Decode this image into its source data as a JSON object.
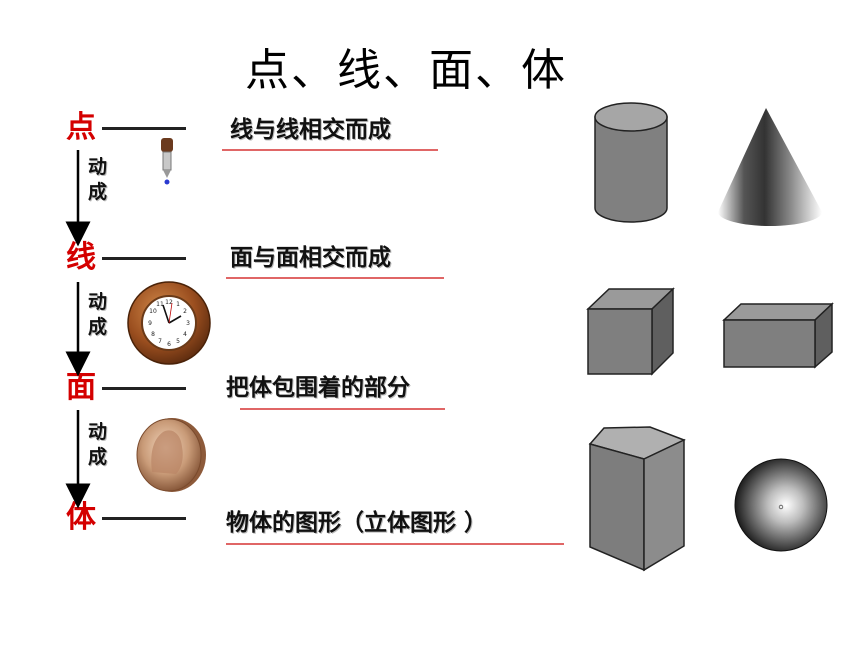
{
  "title": "点、线、面、体",
  "steps": [
    {
      "term": "点",
      "definition": "线与线相交而成"
    },
    {
      "term": "线",
      "definition": "面与面相交而成"
    },
    {
      "term": "面",
      "definition": "把体包围着的部分"
    },
    {
      "term": "体",
      "definition": "物体的图形（立体图形 ）"
    }
  ],
  "motion_label": [
    "动",
    "成"
  ],
  "icons": {
    "pen": "pen-tip-icon",
    "clock": "clock-icon",
    "coin": "coin-icon",
    "cylinder": "cylinder-icon",
    "cone": "cone-icon",
    "cube": "cube-icon",
    "cuboid": "cuboid-icon",
    "prism": "pentagonal-prism-icon",
    "sphere": "sphere-icon"
  },
  "colors": {
    "term": "#d40000",
    "underline": "#e06666",
    "solid_gray": "#808080"
  }
}
